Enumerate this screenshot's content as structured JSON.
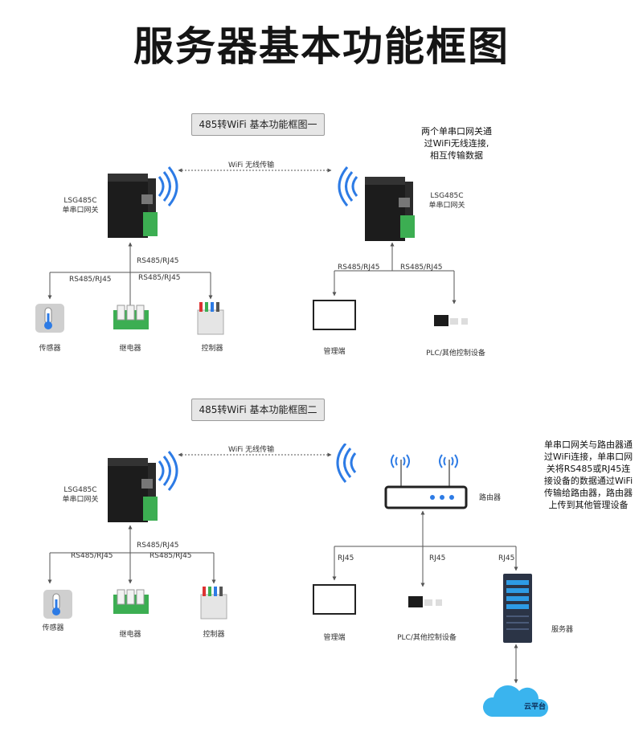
{
  "title": "服务器基本功能框图",
  "diagram1": {
    "caption": "485转WiFi 基本功能框图一",
    "note": [
      "两个单串口网关通",
      "过WiFi无线连接,",
      "相互传输数据"
    ],
    "wifi_link": "WiFi 无线传输",
    "gateway_left": [
      "LSG485C",
      "单串口网关"
    ],
    "gateway_right": [
      "LSG485C",
      "单串口网关"
    ],
    "port_label": "RS485/RJ45",
    "devices_left": [
      "传感器",
      "继电器",
      "控制器"
    ],
    "devices_right": [
      "管理端",
      "PLC/其他控制设备"
    ]
  },
  "diagram2": {
    "caption": "485转WiFi 基本功能框图二",
    "note": [
      "单串口网关与路由器通",
      "过WiFi连接，单串口网",
      "关将RS485或RJ45连",
      "接设备的数据通过WiFi",
      "传输给路由器，路由器",
      "上传到其他管理设备"
    ],
    "wifi_link": "WiFi 无线传输",
    "gateway": [
      "LSG485C",
      "单串口网关"
    ],
    "port_label": "RS485/RJ45",
    "router_label": "路由器",
    "rj45_label": "RJ45",
    "devices_left": [
      "传感器",
      "继电器",
      "控制器"
    ],
    "devices_right": [
      "管理端",
      "PLC/其他控制设备"
    ],
    "server_label": "服务器",
    "cloud_label": "云平台"
  },
  "colors": {
    "wifi": "#2d7be5",
    "line": "#5a5a5a",
    "device_green": "#3cae52"
  }
}
